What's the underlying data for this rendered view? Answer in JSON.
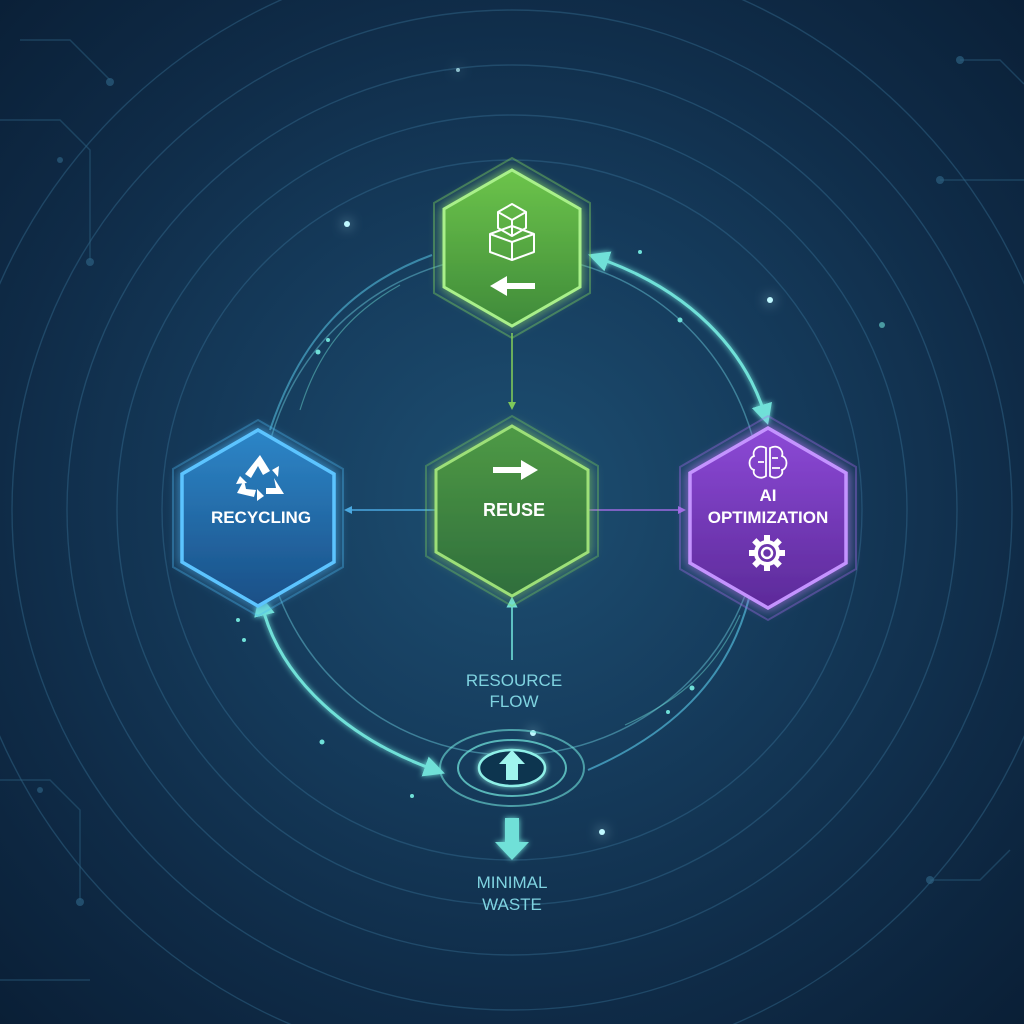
{
  "colors": {
    "background": "#123a5a",
    "green": "#6fc34a",
    "blue": "#3aa3e8",
    "purple": "#9a55e0",
    "teal": "#6fe0d8"
  },
  "nodes": {
    "top": {
      "icon": "box-stack-icon",
      "arrow": "arrow-left-icon"
    },
    "center": {
      "label": "REUSE",
      "icon": "arrow-right-icon"
    },
    "left": {
      "label": "RECYCLING",
      "icon": "recycle-icon"
    },
    "right": {
      "label_line1": "AI",
      "label_line2": "OPTIMIZATION",
      "icons": [
        "brain-icon",
        "gear-icon"
      ]
    }
  },
  "resource_flow": {
    "line1": "RESOURCE",
    "line2": "FLOW",
    "icon": "arrow-up-icon"
  },
  "minimal_waste": {
    "line1": "MINIMAL",
    "line2": "WASTE",
    "icon": "arrow-down-icon"
  }
}
